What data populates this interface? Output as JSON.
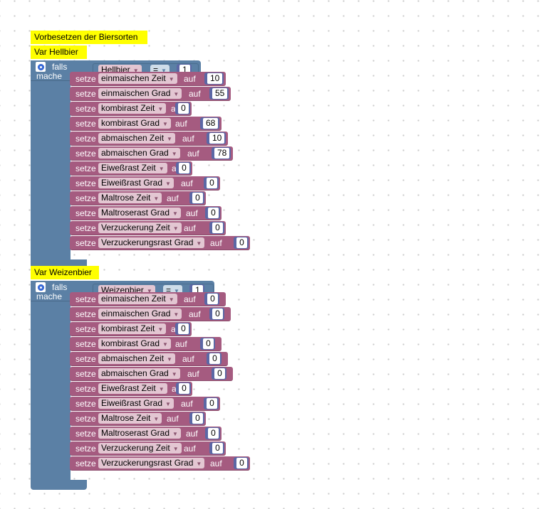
{
  "comment": "Vorbesetzen der Biersorten",
  "labels": {
    "falls": "falls",
    "mache": "mache",
    "setze": "setze",
    "auf": "auf"
  },
  "groups": [
    {
      "comment": "Var Hellbier",
      "condition": {
        "variable": "Hellbier",
        "operator": "=",
        "value": "1"
      },
      "assignments": [
        {
          "variable": "einmaischen Zeit",
          "value": "10"
        },
        {
          "variable": "einmaischen Grad",
          "value": "55"
        },
        {
          "variable": "kombirast Zeit",
          "value": "0"
        },
        {
          "variable": "kombirast Grad",
          "value": "68"
        },
        {
          "variable": "abmaischen Zeit",
          "value": "10"
        },
        {
          "variable": "abmaischen Grad",
          "value": "78"
        },
        {
          "variable": "Eiweßrast Zeit",
          "value": "0"
        },
        {
          "variable": "Eiweißrast Grad",
          "value": "0"
        },
        {
          "variable": "Maltrose Zeit",
          "value": "0"
        },
        {
          "variable": "Maltroserast Grad",
          "value": "0"
        },
        {
          "variable": "Verzuckerung Zeit",
          "value": "0"
        },
        {
          "variable": "Verzuckerungsrast Grad",
          "value": "0"
        }
      ]
    },
    {
      "comment": "Var Weizenbier",
      "condition": {
        "variable": "Weizenbier",
        "operator": "=",
        "value": "1"
      },
      "assignments": [
        {
          "variable": "einmaischen Zeit",
          "value": "0"
        },
        {
          "variable": "einmaischen Grad",
          "value": "0"
        },
        {
          "variable": "kombirast Zeit",
          "value": "0"
        },
        {
          "variable": "kombirast Grad",
          "value": "0"
        },
        {
          "variable": "abmaischen Zeit",
          "value": "0"
        },
        {
          "variable": "abmaischen Grad",
          "value": "0"
        },
        {
          "variable": "Eiweßrast Zeit",
          "value": "0"
        },
        {
          "variable": "Eiweißrast Grad",
          "value": "0"
        },
        {
          "variable": "Maltrose Zeit",
          "value": "0"
        },
        {
          "variable": "Maltroserast Grad",
          "value": "0"
        },
        {
          "variable": "Verzuckerung Zeit",
          "value": "0"
        },
        {
          "variable": "Verzuckerungsrast Grad",
          "value": "0"
        }
      ]
    }
  ],
  "colors": {
    "logic": "#5b80a5",
    "variables": "#a55b80",
    "math": "#5b67a5",
    "comment": "#ffff00"
  }
}
